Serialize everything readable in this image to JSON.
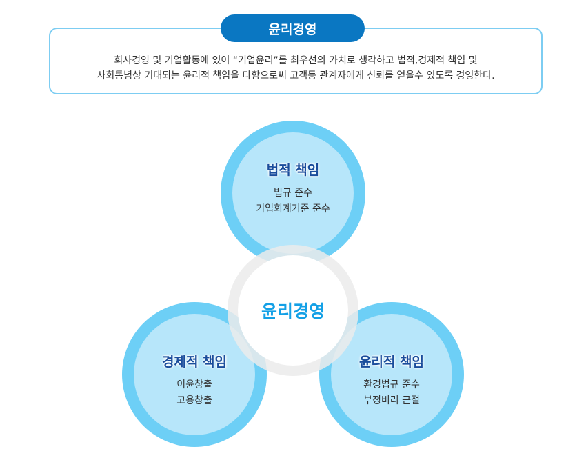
{
  "header": {
    "title": "윤리경영",
    "description_lines": [
      "회사경영 및 기업활동에 있어 “기업윤리”를 최우선의 가치로 생각하고 법적,경제적 책임 및",
      "사회통념상 기대되는 윤리적 책임을 다함으로써 고객등 관계자에게 신뢰를 얻을수 있도록 경영한다."
    ]
  },
  "diagram": {
    "center": "윤리경영",
    "legal": {
      "title": "법적 책임",
      "items": [
        "법규 준수",
        "기업회계기준 준수"
      ]
    },
    "economic": {
      "title": "경제적 책임",
      "items": [
        "이윤창출",
        "고용창출"
      ]
    },
    "ethical": {
      "title": "윤리적 책임",
      "items": [
        "환경법규 준수",
        "부정비리 근절"
      ]
    }
  }
}
